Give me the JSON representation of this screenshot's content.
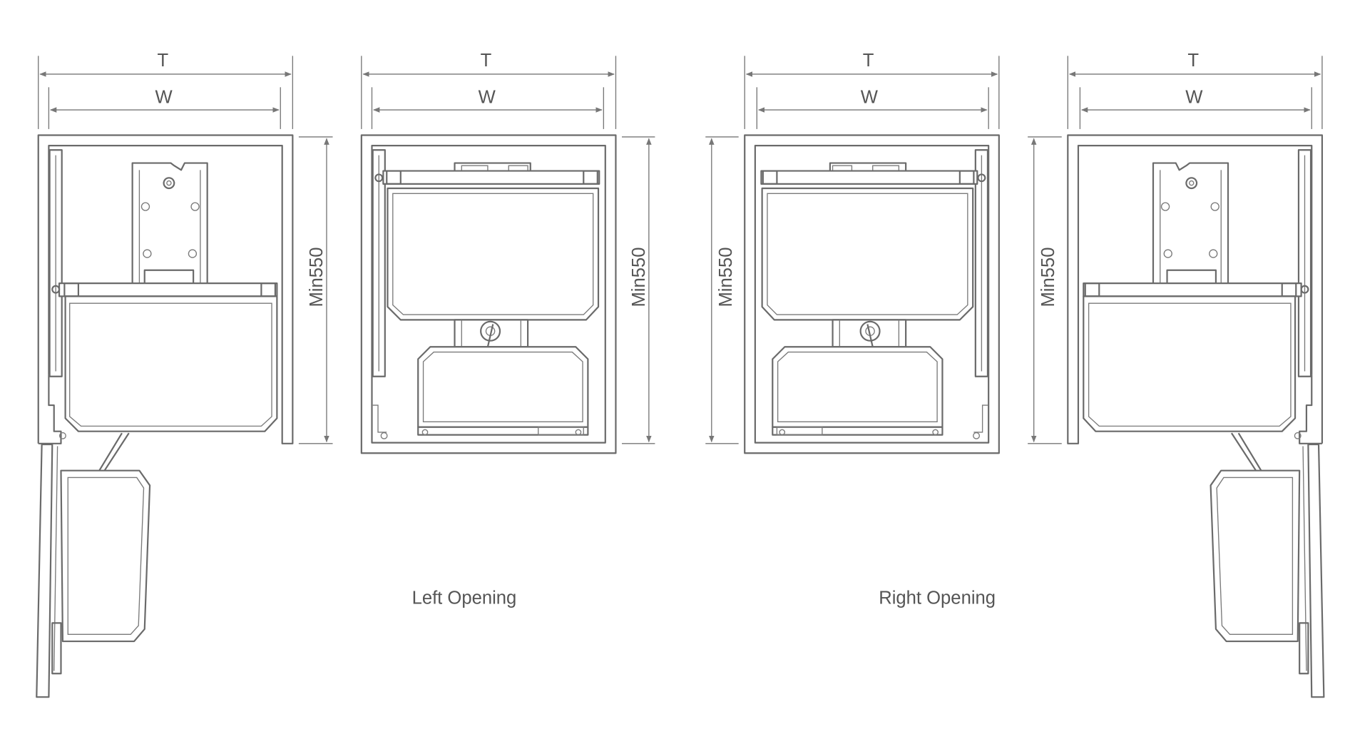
{
  "labels": {
    "total_width": "T",
    "inner_width": "W",
    "min_depth": "Min550",
    "left_caption": "Left Opening",
    "right_caption": "Right Opening"
  },
  "colors": {
    "line": "#6a6a6a",
    "text": "#555555",
    "background": "#ffffff"
  }
}
